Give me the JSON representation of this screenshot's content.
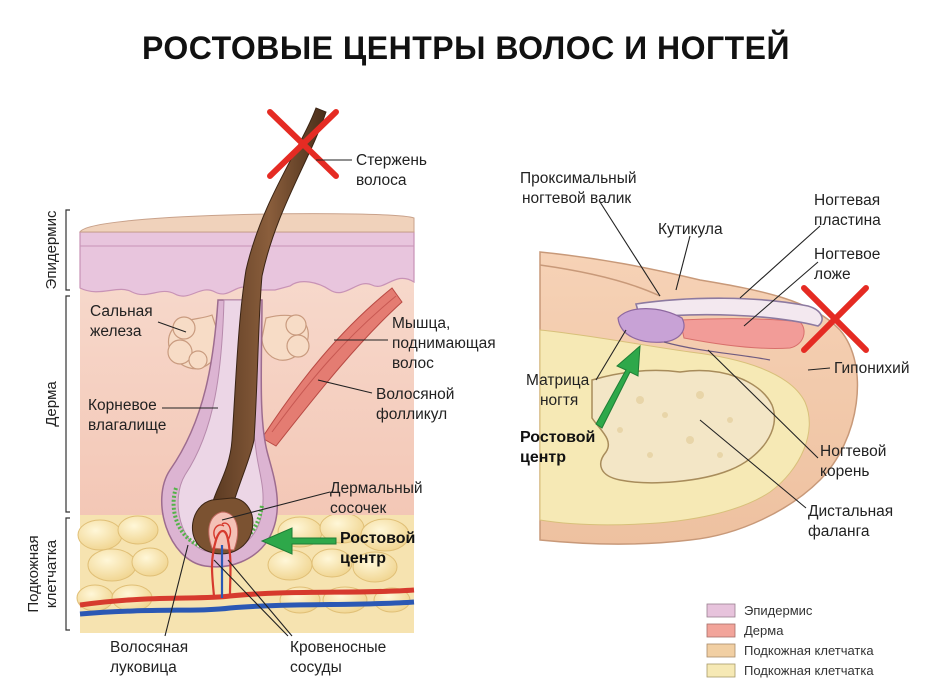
{
  "title": "РОСТОВЫЕ ЦЕНТРЫ ВОЛОС И НОГТЕЙ",
  "colors": {
    "epidermis": "#e7c3dc",
    "dermis": "#f3c9b7",
    "subcutaneous_orange": "#f1cfa3",
    "subcutaneous_yellow": "#f6e9b5",
    "growth_arrow": "#2ea84a",
    "cross": "#e52b23"
  },
  "layers": {
    "epidermis": "Эпидермис",
    "dermis": "Дерма",
    "subcutaneous_1": "Подкожная",
    "subcutaneous_2": "клетчатка"
  },
  "hair": {
    "shaft_1": "Стержень",
    "shaft_2": "волоса",
    "sebaceous_1": "Сальная",
    "sebaceous_2": "железа",
    "muscle_1": "Мышца,",
    "muscle_2": "поднимающая",
    "muscle_3": "волос",
    "root_sheath_1": "Корневое",
    "root_sheath_2": "влагалище",
    "follicle_1": "Волосяной",
    "follicle_2": "фолликул",
    "papilla_1": "Дермальный",
    "papilla_2": "сосочек",
    "growth_1": "Ростовой",
    "growth_2": "центр",
    "bulb_1": "Волосяная",
    "bulb_2": "луковица",
    "vessels_1": "Кровеносные",
    "vessels_2": "сосуды"
  },
  "nail": {
    "proximal_fold_1": "Проксимальный",
    "proximal_fold_2": "ногтевой валик",
    "cuticle": "Кутикула",
    "plate_1": "Ногтевая",
    "plate_2": "пластина",
    "bed_1": "Ногтевое",
    "bed_2": "ложе",
    "hyponychium": "Гипонихий",
    "matrix_1": "Матрица",
    "matrix_2": "ногтя",
    "growth_1": "Ростовой",
    "growth_2": "центр",
    "root_1": "Ногтевой",
    "root_2": "корень",
    "phalanx_1": "Дистальная",
    "phalanx_2": "фаланга"
  },
  "legend": [
    {
      "label": "Эпидермис",
      "color": "#e7c3dc"
    },
    {
      "label": "Дерма",
      "color": "#f2a49a"
    },
    {
      "label": "Подкожная клетчатка",
      "color": "#f1cfa3"
    },
    {
      "label": "Подкожная клетчатка",
      "color": "#f6e9b5"
    }
  ]
}
